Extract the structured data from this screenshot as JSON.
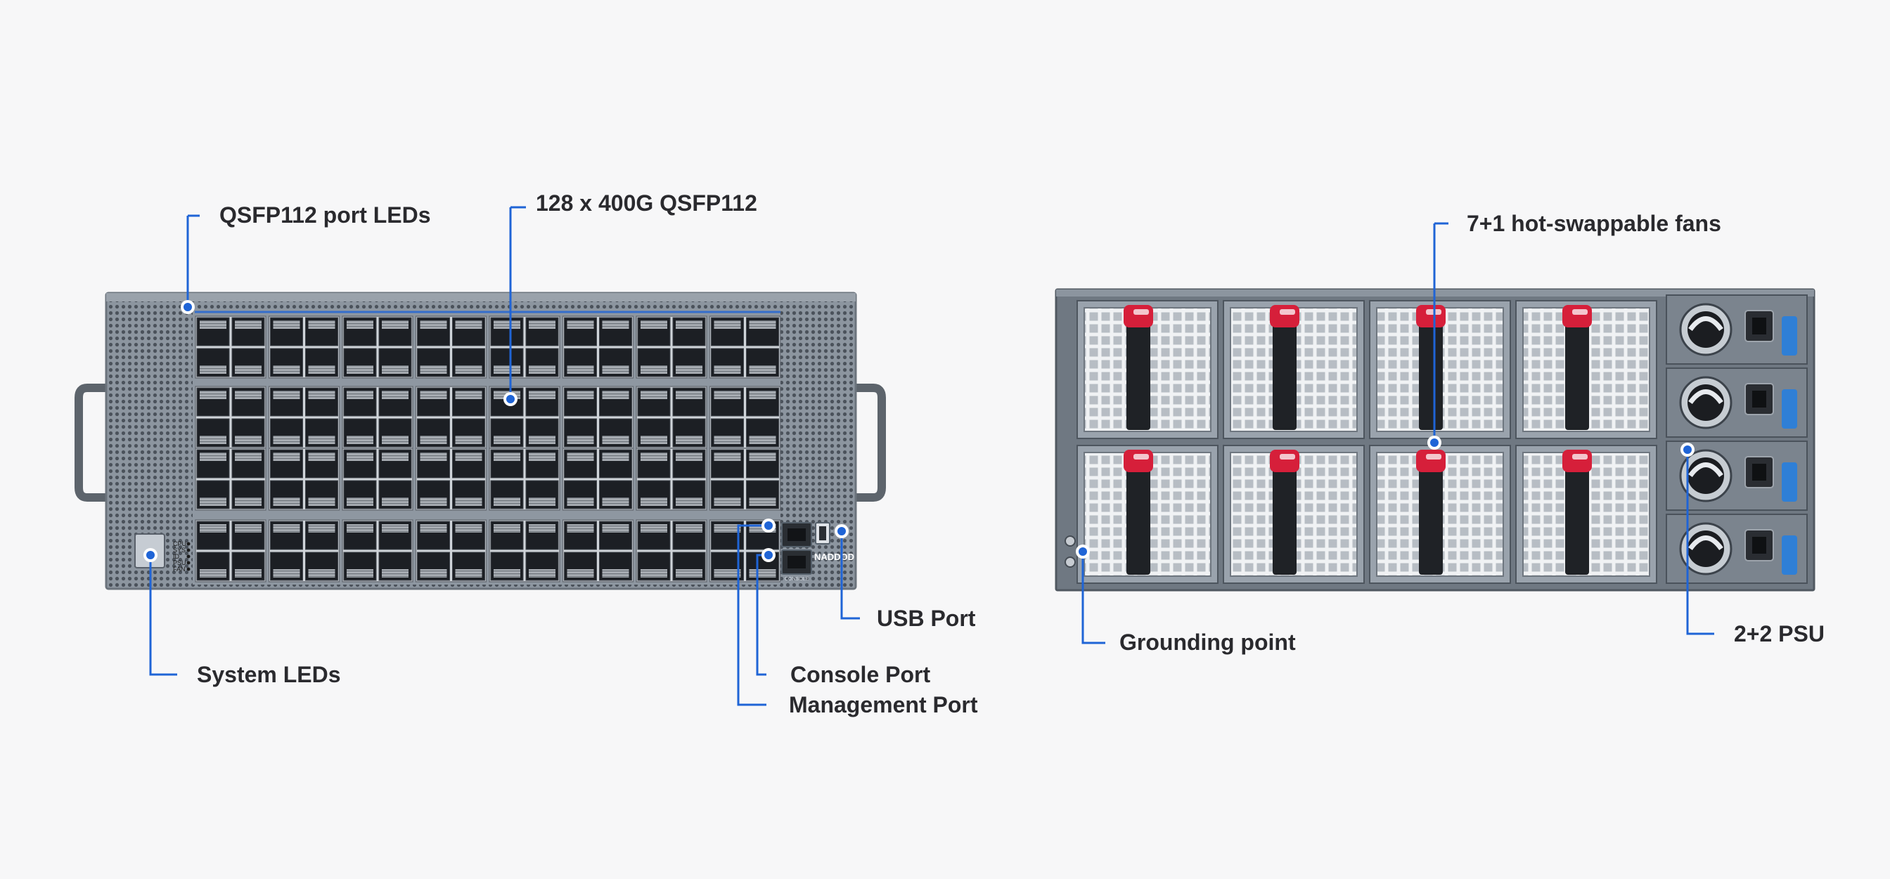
{
  "front": {
    "led_labels": [
      "CPU",
      "SYS",
      "ID",
      "PSU",
      "FAN"
    ],
    "brand": "NADDOD",
    "console_label": "CONSOLE",
    "callouts": {
      "qsfp_leds": "QSFP112 port LEDs",
      "qsfp_ports": "128 x 400G QSFP112",
      "usb": "USB Port",
      "system_leds": "System LEDs",
      "console": "Console Port",
      "management": "Management Port"
    }
  },
  "rear": {
    "callouts": {
      "fans": "7+1 hot-swappable fans",
      "grounding": "Grounding point",
      "psu": "2+2 PSU"
    }
  },
  "colors": {
    "accent": "#1f64d6",
    "chassis": "#8a939e",
    "chassis_dark": "#5f6873",
    "fan_latch": "#d61f3a",
    "psu_latch": "#2f7fd6",
    "port": "#1c1f24"
  }
}
